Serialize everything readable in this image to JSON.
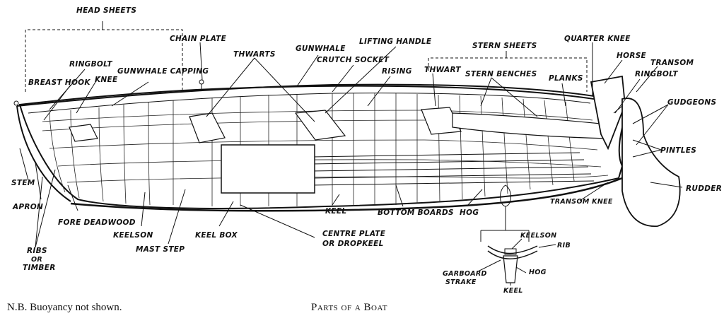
{
  "labels": {
    "head_sheets": "HEAD SHEETS",
    "chain_plate": "CHAIN PLATE",
    "thwarts": "THWARTS",
    "gunwhale": "GUNWHALE",
    "lifting_handle": "LIFTING HANDLE",
    "crutch_socket": "CRUTCH SOCKET",
    "stern_sheets": "STERN SHEETS",
    "quarter_knee": "QUARTER KNEE",
    "horse": "HORSE",
    "transom": "TRANSOM",
    "ringbolt_stern": "RINGBOLT",
    "ringbolt_bow": "RINGBOLT",
    "breast_hook": "BREAST HOOK",
    "knee": "KNEE",
    "gunwhale_capping": "GUNWHALE CAPPING",
    "rising": "RISING",
    "thwart": "THWART",
    "stern_benches": "STERN BENCHES",
    "planks": "PLANKS",
    "gudgeons": "GUDGEONS",
    "pintles": "PINTLES",
    "stem": "STEM",
    "rudder": "RUDDER",
    "apron": "APRON",
    "transom_knee": "TRANSOM KNEE",
    "keel": "KEEL",
    "bottom_boards": "BOTTOM BOARDS",
    "hog": "HOG",
    "fore_deadwood": "FORE DEADWOOD",
    "keelson": "KEELSON",
    "keel_box": "KEEL BOX",
    "centre_plate_line1": "CENTRE PLATE",
    "centre_plate_line2": "OR DROPKEEL",
    "ribs_line1": "RIBS",
    "ribs_line2": "OR",
    "ribs_line3": "TIMBER",
    "mast_step": "MAST STEP",
    "inset_keelson": "KEELSON",
    "inset_rib": "RIB",
    "inset_garboard_line1": "GARBOARD",
    "inset_garboard_line2": "STRAKE",
    "inset_hog": "HOG",
    "inset_keel": "KEEL"
  },
  "captions": {
    "note": "N.B. Buoyancy not shown.",
    "title": "Parts of a Boat"
  }
}
